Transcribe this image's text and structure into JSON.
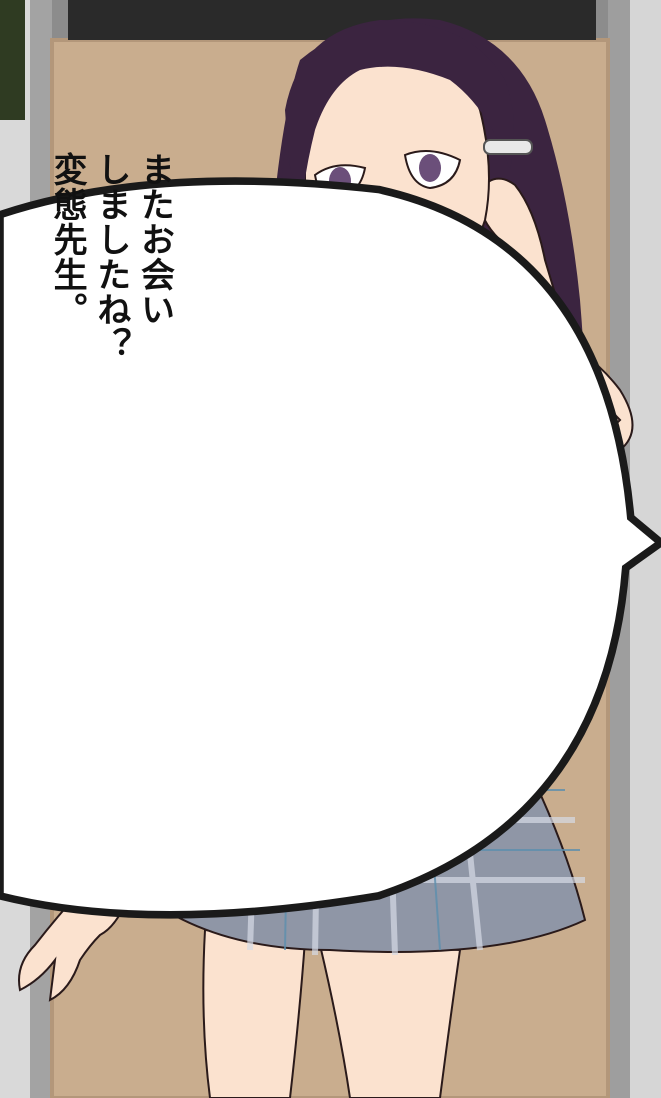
{
  "speech_bubble": {
    "lines": [
      "またお会い",
      "しましたね？",
      "変態先生。"
    ]
  },
  "scene": {
    "description_colors": {
      "door": "#c9ad8e",
      "door_frame": "#9a9a9a",
      "blouse": "#a9c6e8",
      "skirt": "#8f96a6",
      "hair": "#3b2440",
      "skin": "#fbe2cf"
    }
  }
}
